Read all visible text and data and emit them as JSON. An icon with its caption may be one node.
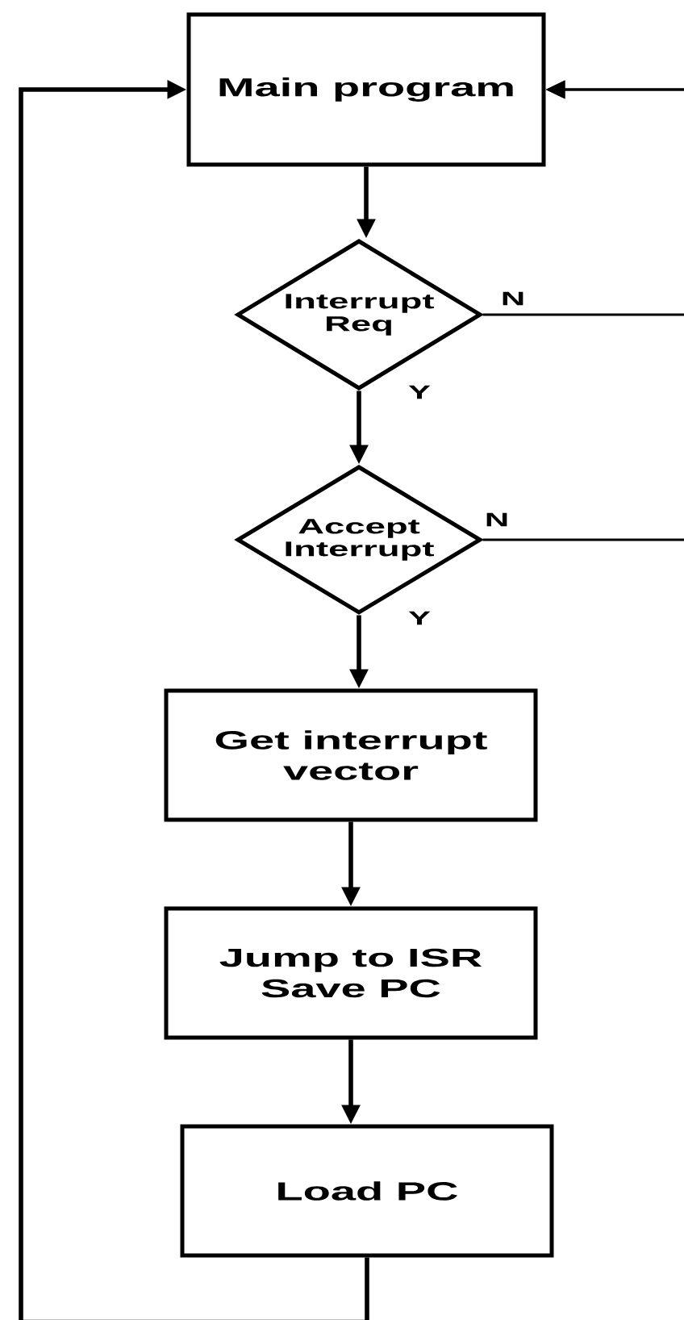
{
  "diagram": {
    "nodes": [
      {
        "text": [
          "Main program"
        ]
      },
      {
        "text": [
          "Interrupt Req"
        ]
      },
      {
        "text": [
          "Accept Interrupt"
        ]
      },
      {
        "text": [
          "Get interrupt vector"
        ]
      },
      {
        "text": [
          "Jump to ISR Save PC"
        ]
      },
      {
        "text": [
          "Load PC"
        ]
      }
    ],
    "edges": [
      {
        "from": 0,
        "to": 1,
        "arrow": "to"
      },
      {
        "from": 1,
        "to": 2,
        "arrow": "to",
        "label": "Y"
      },
      {
        "from": 2,
        "to": 3,
        "arrow": "to",
        "label": "Y"
      },
      {
        "from": 3,
        "to": 4,
        "arrow": "to"
      },
      {
        "from": 4,
        "to": 5,
        "arrow": "to"
      },
      {
        "from": 5,
        "to": 0,
        "arrow": "to"
      },
      {
        "from": 1,
        "to": 0,
        "arrow": "to",
        "label": "N"
      },
      {
        "from": 2,
        "to": 0,
        "arrow": "to",
        "label": "N"
      }
    ]
  }
}
